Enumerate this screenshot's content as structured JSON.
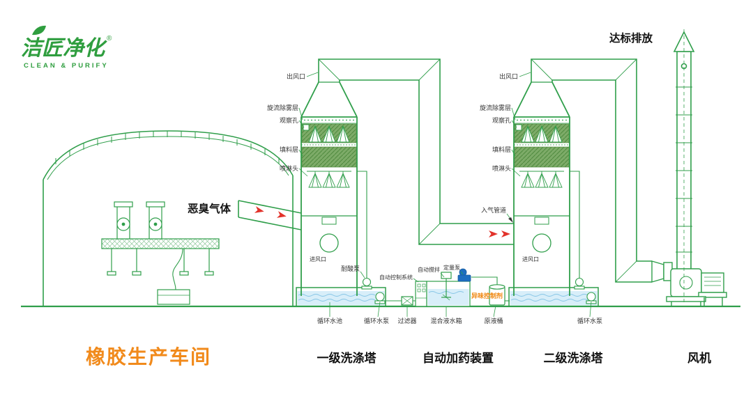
{
  "colors": {
    "green": "#2f9e4a",
    "orange": "#f18a1b",
    "red": "#e2322a",
    "blue": "#1d6ec0",
    "water": "#d8eef9",
    "ink": "#333333"
  },
  "logo": {
    "brand": "洁匠净化",
    "reg": "®",
    "tagline": "CLEAN & PURIFY"
  },
  "stack": {
    "emission_label": "达标排放"
  },
  "workshop": {
    "gas_label": "恶臭气体",
    "caption": "橡胶生产车间"
  },
  "tower_common": {
    "outlet": "出风口",
    "demister": "旋流除雾层",
    "observation": "观察孔",
    "packing": "填料层",
    "spray_head": "喷淋头",
    "inlet": "进风口",
    "circ_pump": "循环水泵"
  },
  "tower1": {
    "caption": "一级洗涤塔",
    "acid_pump": "耐酸泵",
    "pool": "循环水池"
  },
  "tower2": {
    "caption": "二级洗涤塔",
    "gas_inlet_pipe": "入气管道"
  },
  "dosing": {
    "caption": "自动加药装置",
    "control": "自动控制系统",
    "stirrer": "自动搅拌",
    "metering_pump": "定量泵",
    "odor_agent": "异味控制剂",
    "filter": "过滤器",
    "mix_tank": "混合液水箱",
    "raw_barrel": "原液桶"
  },
  "fan": {
    "caption": "风机"
  }
}
